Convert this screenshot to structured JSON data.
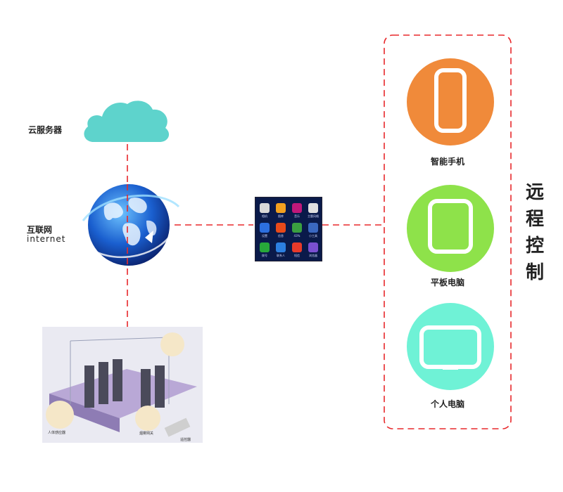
{
  "cloud": {
    "label": "云服务器"
  },
  "internet": {
    "label_cn": "互联网",
    "label_en": "internet"
  },
  "remote": {
    "chars": [
      "远",
      "程",
      "控",
      "制"
    ]
  },
  "devices": [
    {
      "label": "智能手机",
      "icon": "smartphone-icon",
      "color": "#f08a3a"
    },
    {
      "label": "平板电脑",
      "icon": "tablet-icon",
      "color": "#8ee24a"
    },
    {
      "label": "个人电脑",
      "icon": "monitor-icon",
      "color": "#6ff2d6"
    }
  ],
  "colors": {
    "dash": "#e8282b",
    "cloud": "#5ed3cc",
    "frame": "#e8282b"
  },
  "phone_apps": {
    "labels": [
      "相机",
      "图库",
      "音乐",
      "主题风格",
      "设置",
      "信息",
      "43%",
      "小工具",
      "拨号",
      "联系人",
      "短信",
      "浏览器"
    ]
  },
  "datacenter_labels": {
    "bottom_left": "人体感应器",
    "bottom_mid": "烟雾网关",
    "bottom_right": "遥控器"
  }
}
